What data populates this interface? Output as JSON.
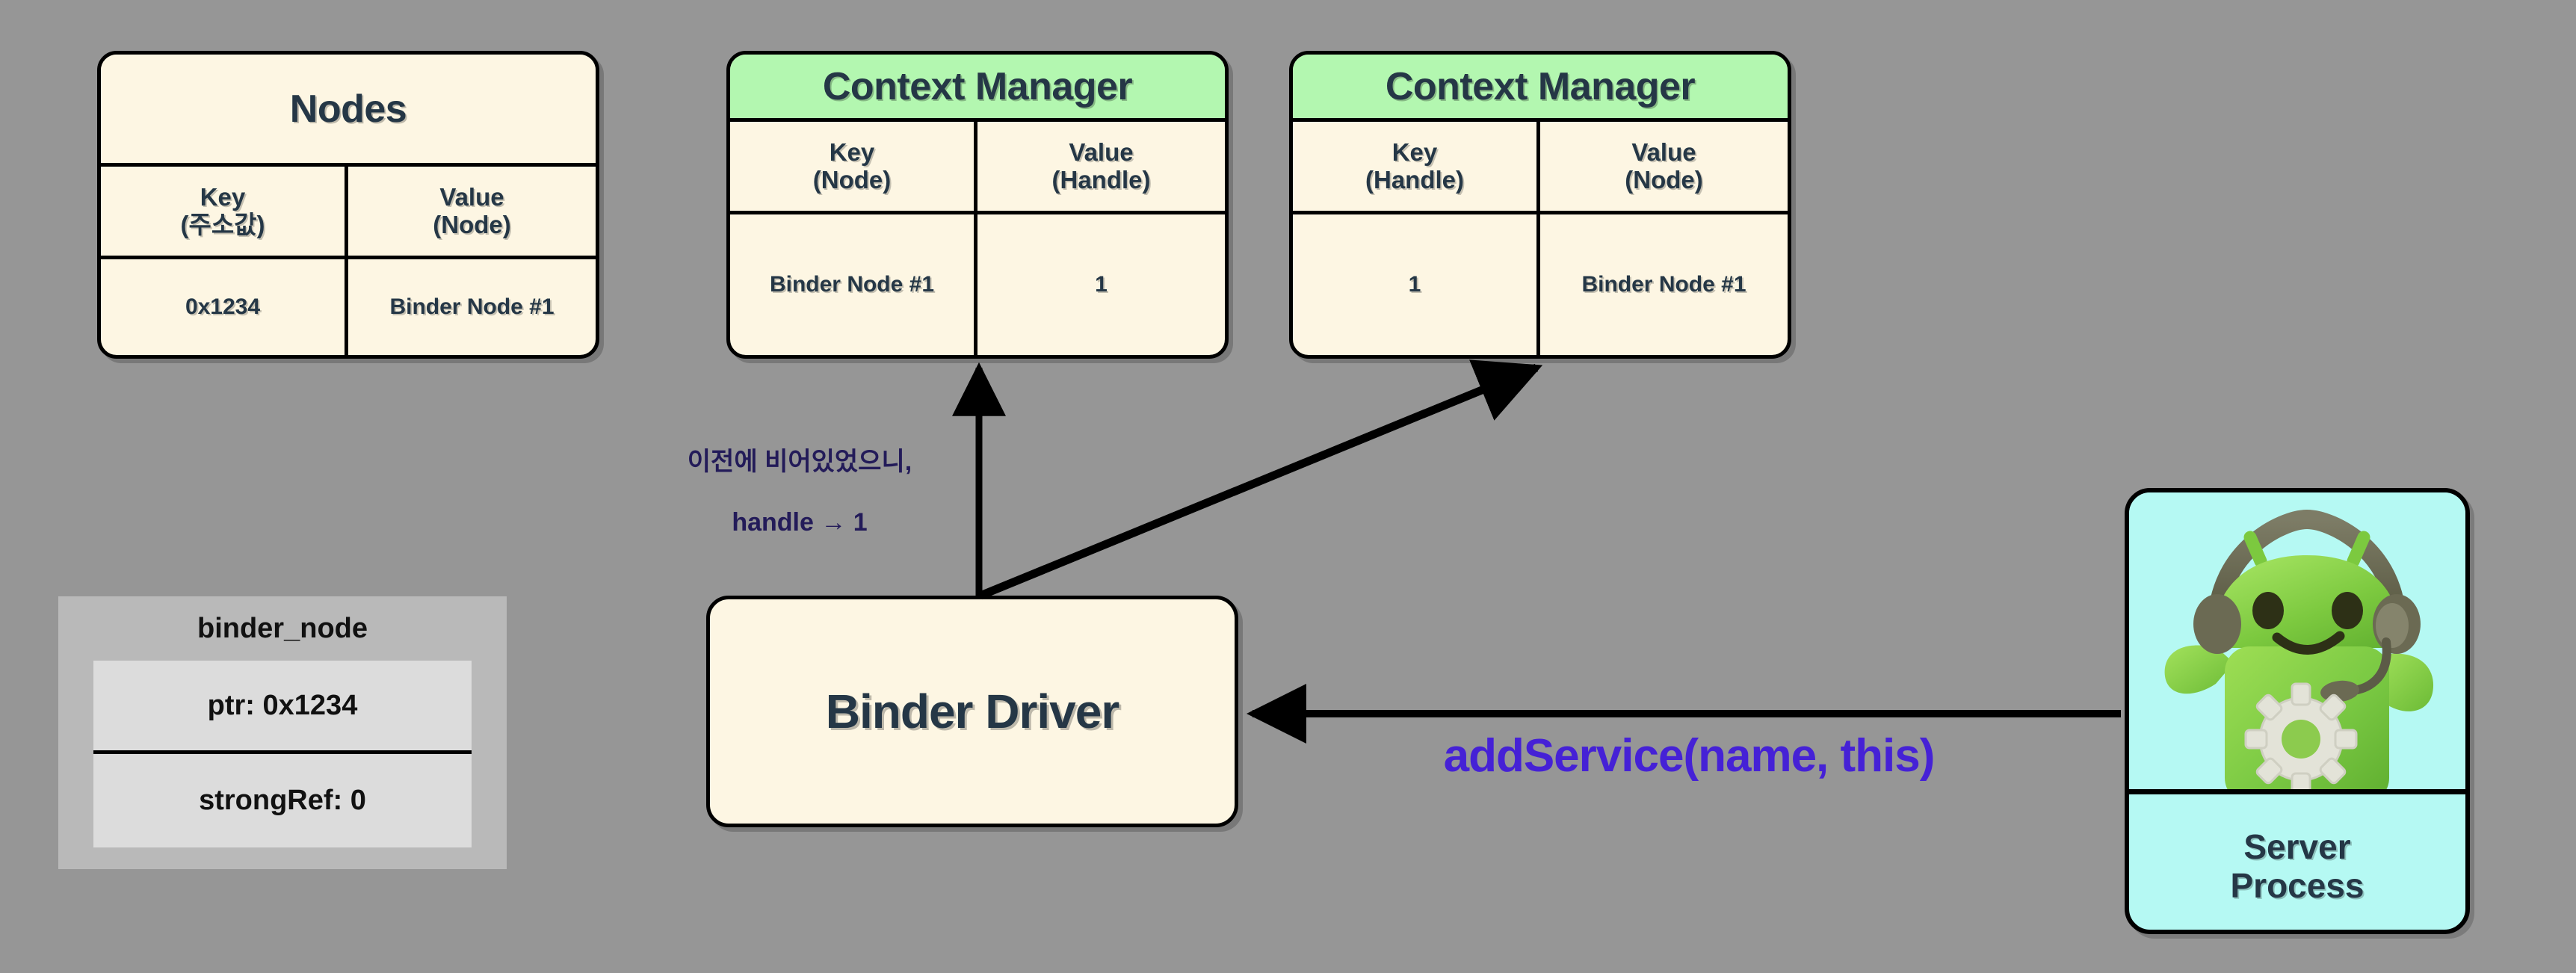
{
  "background_color": "#969696",
  "colors": {
    "card_fill": "#fdf6e3",
    "header_green": "#b3f7b0",
    "server_cyan": "#b5f9f3",
    "text_dark": "#253746",
    "annotation_navy": "#231b59",
    "annotation_violet": "#4521d6",
    "struct_gray": "#b9b9b9",
    "struct_inner_gray": "#dcdcdc",
    "stroke": "#000000"
  },
  "tables": [
    {
      "id": "nodes-table",
      "title": "Nodes",
      "title_style": "plain",
      "headers": [
        "Key\n(주소값)",
        "Value\n(Node)"
      ],
      "header_lines": [
        [
          "Key",
          "(주소값)"
        ],
        [
          "Value",
          "(Node)"
        ]
      ],
      "rows": [
        [
          "0x1234",
          "Binder Node #1"
        ]
      ]
    },
    {
      "id": "context-manager-node-to-handle",
      "title": "Context Manager",
      "title_style": "green",
      "headers": [
        "Key\n(Node)",
        "Value\n(Handle)"
      ],
      "header_lines": [
        [
          "Key",
          "(Node)"
        ],
        [
          "Value",
          "(Handle)"
        ]
      ],
      "rows": [
        [
          "Binder Node #1",
          "1"
        ]
      ]
    },
    {
      "id": "context-manager-handle-to-node",
      "title": "Context Manager",
      "title_style": "green",
      "headers": [
        "Key\n(Handle)",
        "Value\n(Node)"
      ],
      "header_lines": [
        [
          "Key",
          "(Handle)"
        ],
        [
          "Value",
          "(Node)"
        ]
      ],
      "rows": [
        [
          "1",
          "Binder Node #1"
        ]
      ]
    }
  ],
  "binder_driver": {
    "label": "Binder Driver"
  },
  "binder_node_struct": {
    "title": "binder_node",
    "fields": [
      "ptr: 0x1234",
      "strongRef: 0"
    ]
  },
  "server_process": {
    "label_line1": "Server",
    "label_line2": "Process",
    "icon": "android-robot-headset-gear-icon"
  },
  "annotations": [
    {
      "id": "handle-assignment-note",
      "line1": "이전에 비어있었으니,",
      "line2": "handle → 1",
      "color": "#231b59"
    },
    {
      "id": "add-service-call",
      "text": "addService(name, this)",
      "color": "#4521d6"
    }
  ],
  "arrows": [
    {
      "id": "driver-to-cm1",
      "from": "binder-driver",
      "to": "context-manager-node-to-handle",
      "direction": "up"
    },
    {
      "id": "driver-to-cm2",
      "from": "binder-driver",
      "to": "context-manager-handle-to-node",
      "direction": "up-right"
    },
    {
      "id": "server-to-driver",
      "from": "server-process",
      "to": "binder-driver",
      "direction": "left"
    }
  ]
}
